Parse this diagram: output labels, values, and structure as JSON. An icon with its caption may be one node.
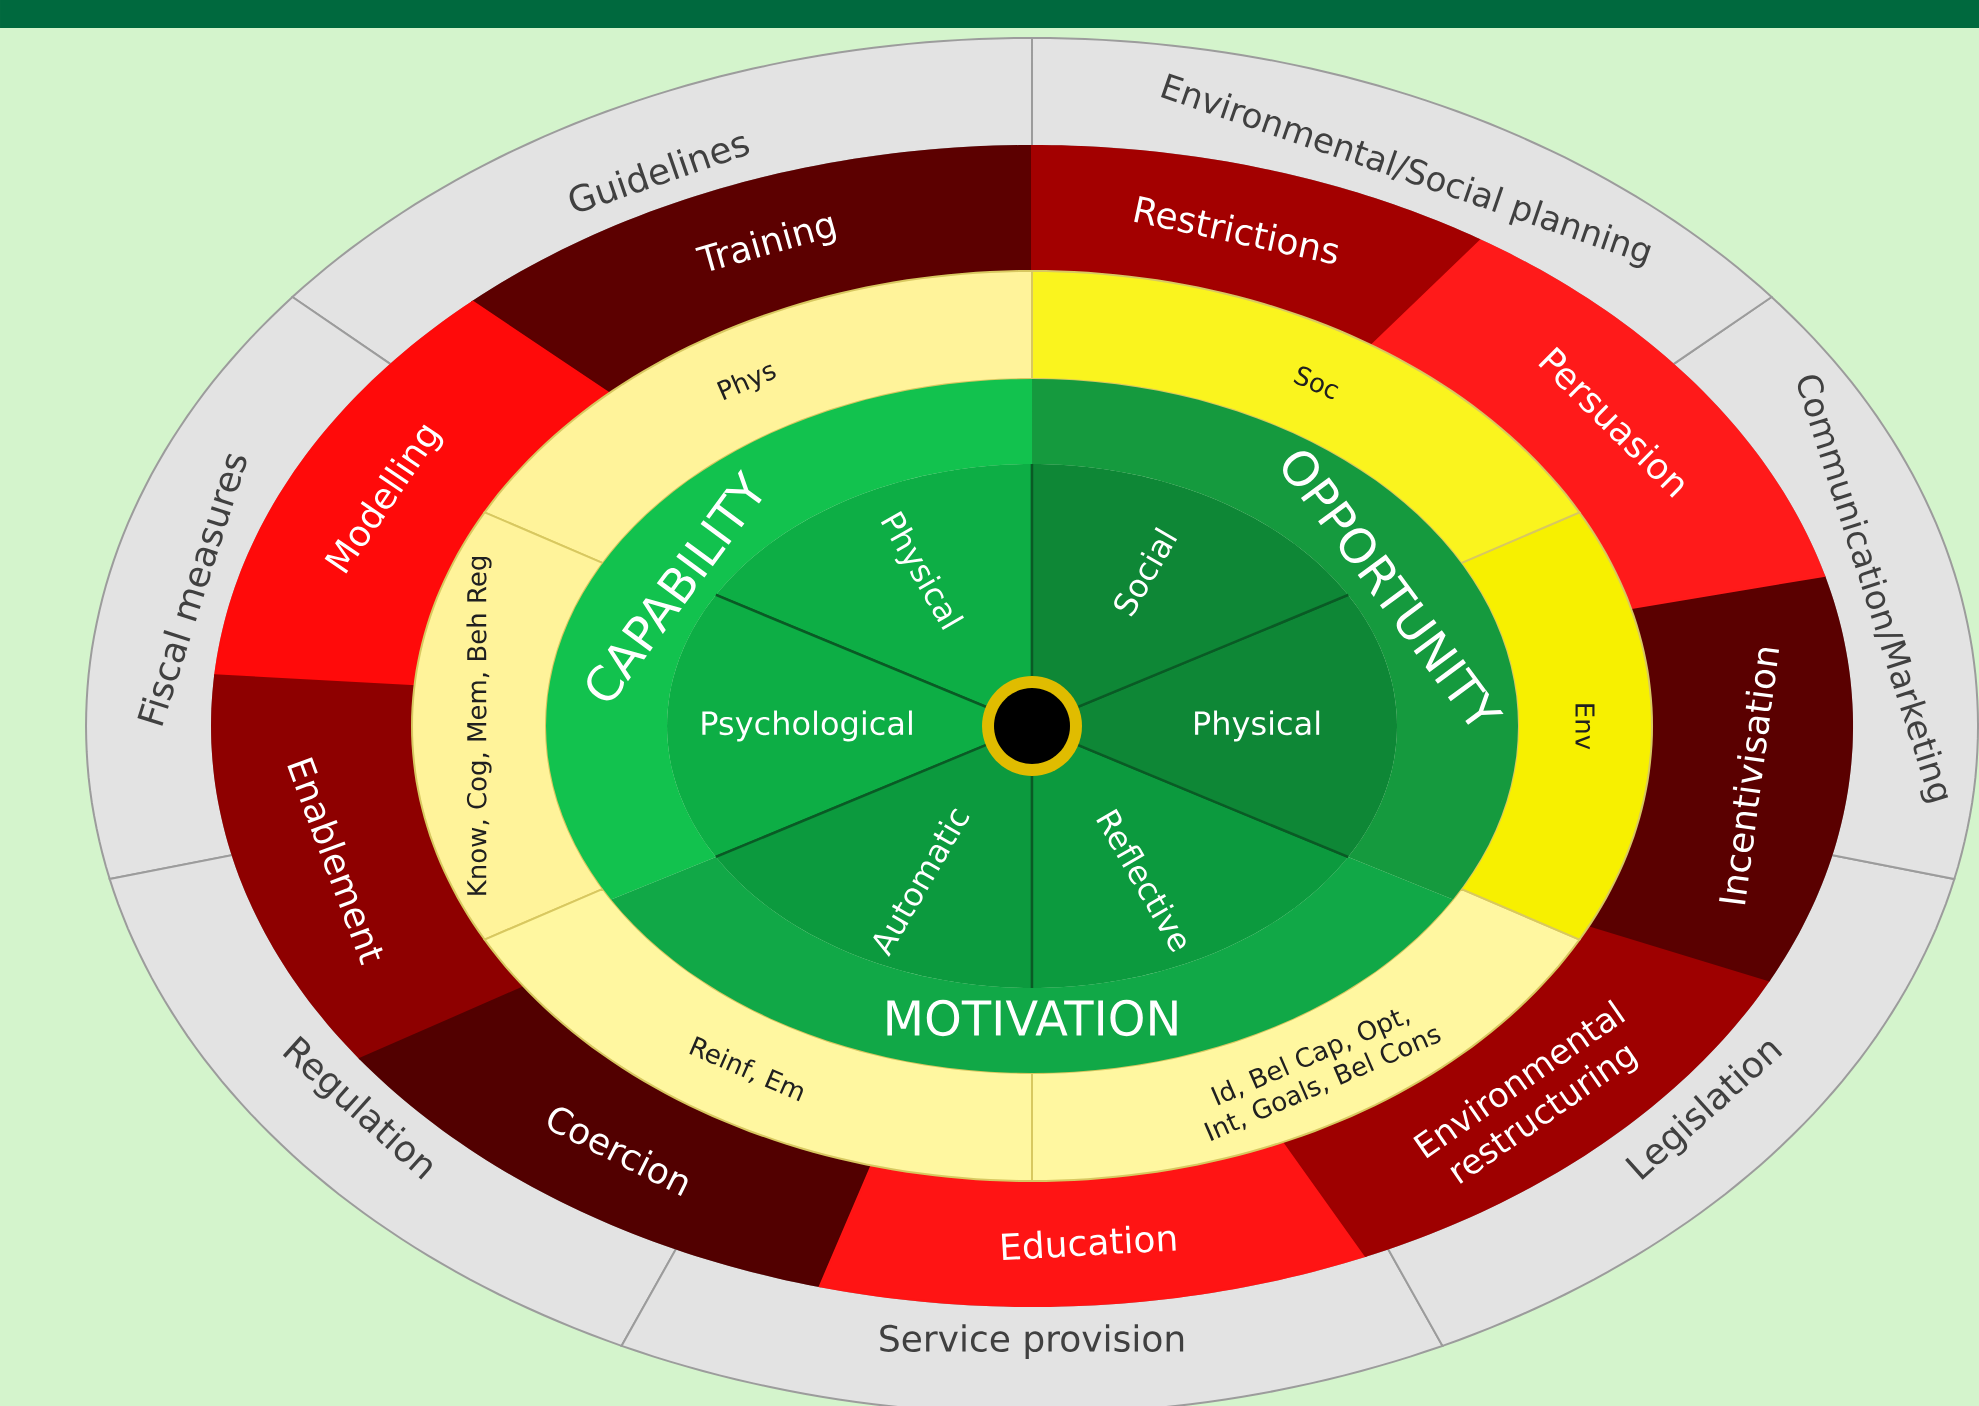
{
  "diagram": {
    "nodes": [
      {
        "text": [
          "Guidelines"
        ]
      },
      {
        "text": [
          "Fiscal measures"
        ]
      },
      {
        "text": [
          "Regulation"
        ]
      },
      {
        "text": [
          "Service provision"
        ]
      },
      {
        "text": [
          "Legislation"
        ]
      },
      {
        "text": [
          "Communication/Marketing"
        ]
      },
      {
        "text": [
          "Environmental/Social planning"
        ]
      },
      {
        "text": [
          "Training"
        ]
      },
      {
        "text": [
          "Modelling"
        ]
      },
      {
        "text": [
          "Enablement"
        ]
      },
      {
        "text": [
          "Coercion"
        ]
      },
      {
        "text": [
          "Education"
        ]
      },
      {
        "text": [
          "Environmental restructuring"
        ]
      },
      {
        "text": [
          "Incentivisation"
        ]
      },
      {
        "text": [
          "Persuasion"
        ]
      },
      {
        "text": [
          "Restrictions"
        ]
      },
      {
        "text": [
          "Phys"
        ]
      },
      {
        "text": [
          "Know, Cog, Mem, Beh Reg"
        ]
      },
      {
        "text": [
          "Reinf, Em"
        ]
      },
      {
        "text": [
          "Id, Bel Cap, Opt, Int, Goals, Bel Cons"
        ]
      },
      {
        "text": [
          "Env"
        ]
      },
      {
        "text": [
          "Soc"
        ]
      },
      {
        "text": [
          "CAPABILITY"
        ]
      },
      {
        "text": [
          "Physical"
        ]
      },
      {
        "text": [
          "Psychological"
        ]
      },
      {
        "text": [
          "MOTIVATION"
        ]
      },
      {
        "text": [
          "Automatic"
        ]
      },
      {
        "text": [
          "Reflective"
        ]
      },
      {
        "text": [
          "OPPORTUNITY"
        ]
      },
      {
        "text": [
          "Physical"
        ]
      },
      {
        "text": [
          "Social"
        ]
      }
    ]
  }
}
